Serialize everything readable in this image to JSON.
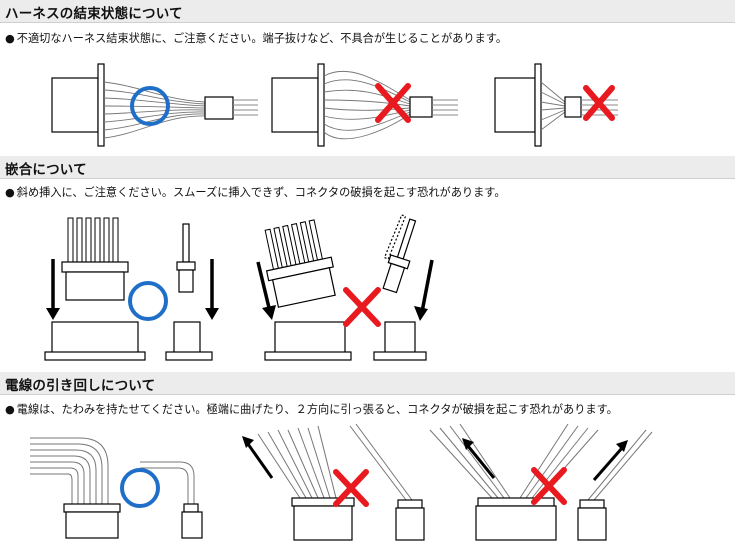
{
  "sections": [
    {
      "title": "ハーネスの結束状態について",
      "bullet": "●",
      "note": "不適切なハーネス結束状態に、ご注意ください。端子抜けなど、不具合が生じることがあります。"
    },
    {
      "title": "嵌合について",
      "bullet": "●",
      "note": "斜め挿入に、ご注意ください。スムーズに挿入できず、コネクタの破損を起こす恐れがあります。"
    },
    {
      "title": "電線の引き回しについて",
      "bullet": "●",
      "note": "電線は、たわみを持たせてください。極端に曲げたり、２方向に引っ張ると、コネクタが破損を起こす恐れがあります。"
    }
  ],
  "colors": {
    "ok_circle": "#1f6fc9",
    "ng_cross": "#e8191f",
    "line": "#000000",
    "header_bg": "#ececec"
  },
  "icons": [
    "ok-circle-icon",
    "ng-cross-icon",
    "direction-arrow-icon"
  ]
}
